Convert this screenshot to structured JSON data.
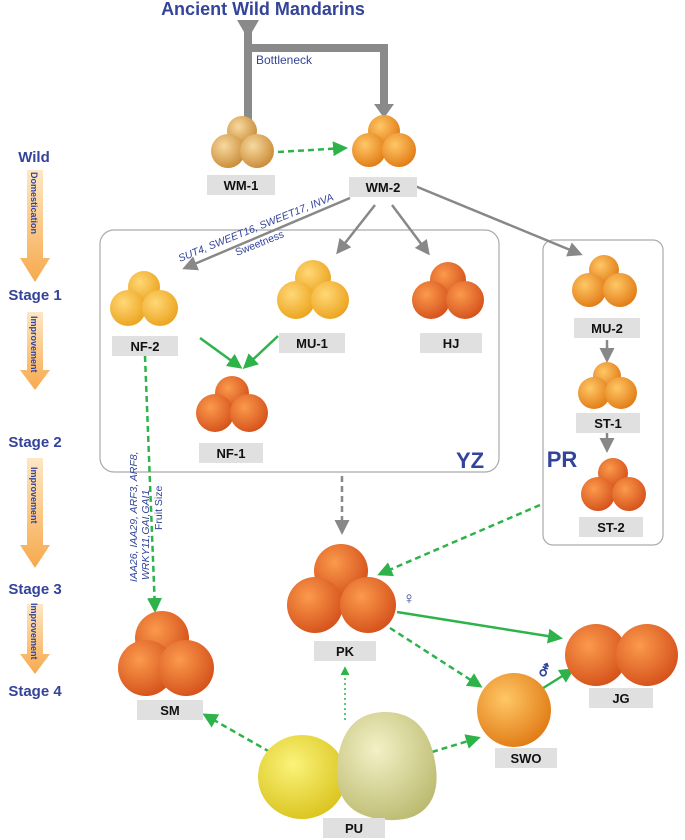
{
  "title": "Ancient Wild Mandarins",
  "bottleneck": "Bottleneck",
  "stages": {
    "wild": "Wild",
    "stage1": "Stage 1",
    "stage2": "Stage 2",
    "stage3": "Stage 3",
    "stage4": "Stage 4"
  },
  "side_arrows": {
    "a1": "Domestication",
    "a2": "Improvement",
    "a3": "Improvement",
    "a4": "Improvement"
  },
  "groups": {
    "yz": "YZ",
    "pr": "PR"
  },
  "nodes": {
    "wm1": "WM-1",
    "wm2": "WM-2",
    "nf2": "NF-2",
    "mu1": "MU-1",
    "hj": "HJ",
    "nf1": "NF-1",
    "mu2": "MU-2",
    "st1": "ST-1",
    "st2": "ST-2",
    "pk": "PK",
    "sm": "SM",
    "jg": "JG",
    "swo": "SWO",
    "pu": "PU"
  },
  "annotations": {
    "sweet_genes": "SUT4, SWEET16, SWEET17, INVA",
    "sweetness": "Sweetness",
    "size_genes_1": "IAA26, IAA29, ARF3, ARF8,",
    "size_genes_2": "WRKY11,GAI,GAI1",
    "fruit_size": "Fruit Size"
  },
  "symbols": {
    "female": "♀",
    "male": "⚦"
  },
  "colors": {
    "blue_text": "#33449a",
    "gray_arrow": "#888888",
    "green_arrow": "#2db34a",
    "label_bg": "#e0e0e0",
    "side_arrow_top": "#fde7c6",
    "side_arrow_bottom": "#f7a94c",
    "wild_fruit": "#e3a24a",
    "mandarin": "#f29a2e",
    "deep_orange": "#ec6b22",
    "grapefruit_yellow": "#f3e43b",
    "pomelo_green": "#dcdc9a"
  }
}
